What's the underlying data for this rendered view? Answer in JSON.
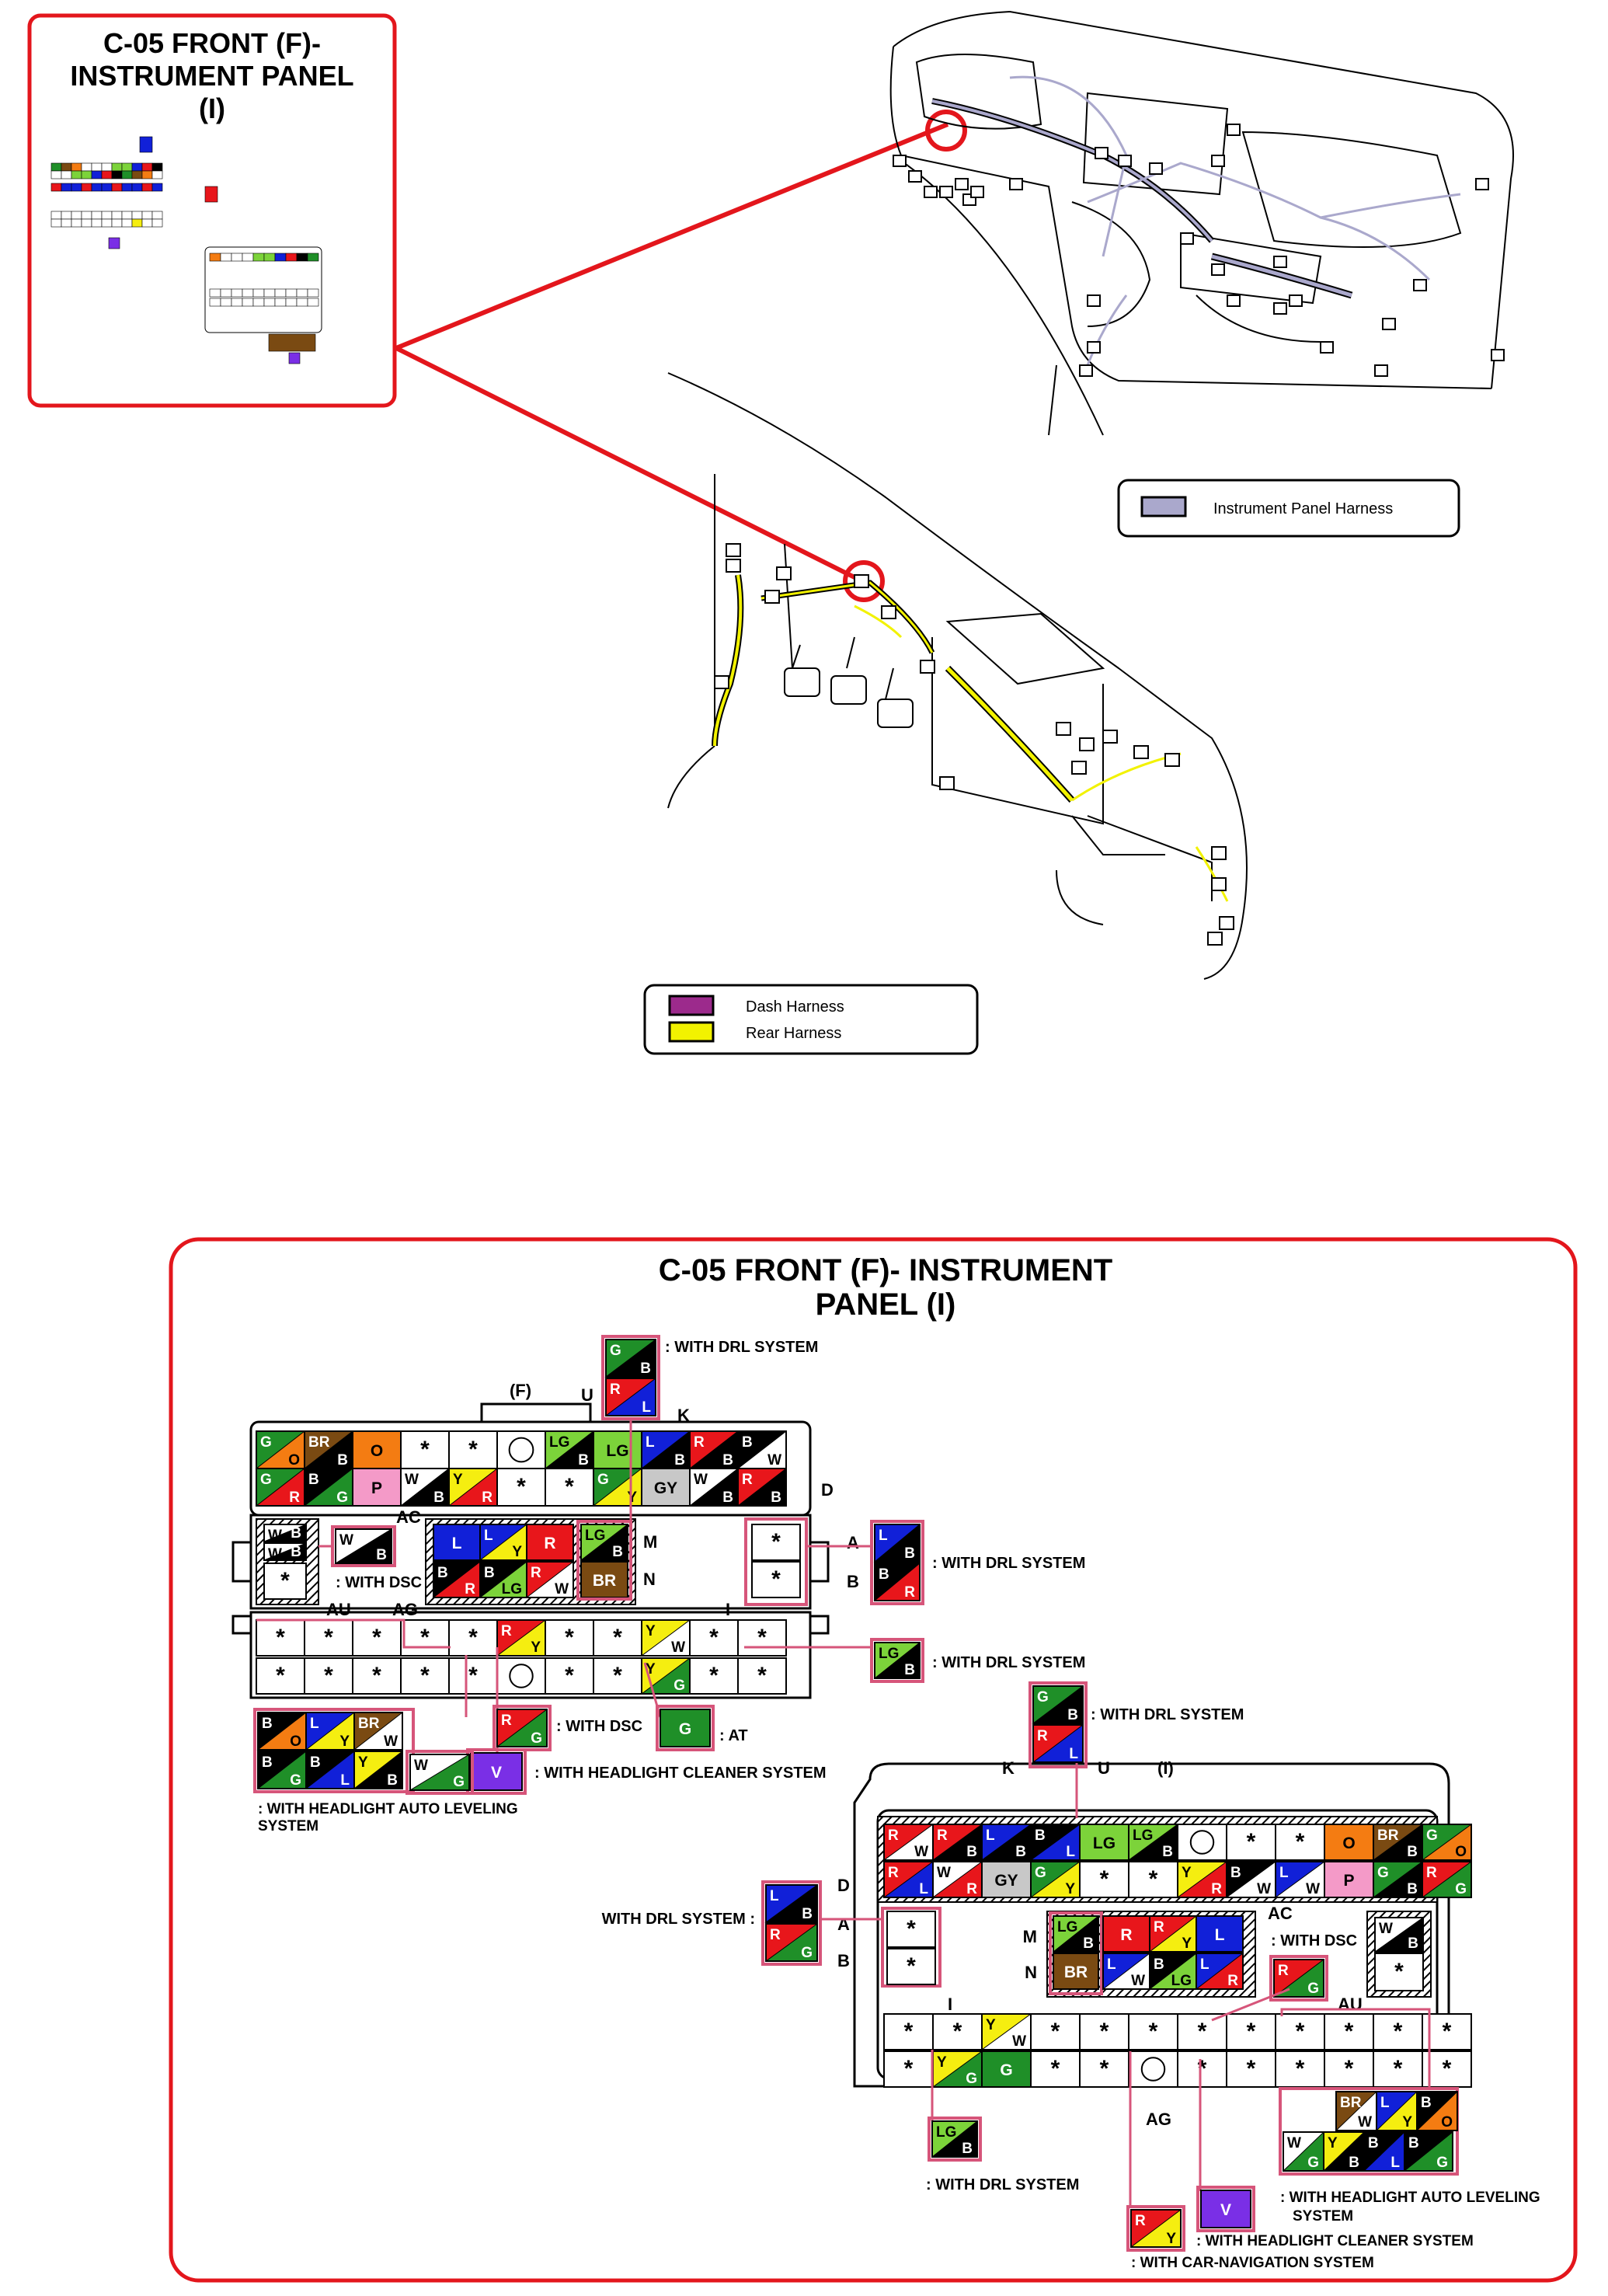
{
  "thumbnail": {
    "title_line1": "C-05 FRONT (F)-",
    "title_line2": "INSTRUMENT PANEL",
    "title_line3": "(I)"
  },
  "legend_top": {
    "items": [
      {
        "label": "Instrument Panel Harness",
        "color": "#aaa8cc"
      }
    ]
  },
  "legend_bottom": {
    "items": [
      {
        "label": "Dash Harness",
        "color": "#9c2a8c"
      },
      {
        "label": "Rear Harness",
        "color": "#f2f200"
      }
    ]
  },
  "main": {
    "title_line1": "C-05 FRONT (F)- INSTRUMENT",
    "title_line2": "PANEL (I)"
  },
  "wire_colors": {
    "G": "#1f8f28",
    "B": "#000000",
    "R": "#e8161b",
    "L": "#1120d8",
    "O": "#f47c12",
    "BR": "#7a4a12",
    "W": "#ffffff",
    "Y": "#f5ee10",
    "LG": "#7cd33a",
    "GY": "#c8c8c8",
    "P": "#f49ac8",
    "V": "#7a2fe6"
  },
  "connector_f": {
    "tag_f": "(F)",
    "labels": [
      "U",
      "K",
      "D",
      "AC",
      "M",
      "N",
      "A",
      "B",
      "AU",
      "AG",
      "I"
    ],
    "row1": [
      [
        "G",
        "O"
      ],
      [
        "BR",
        "B"
      ],
      [
        "O",
        ""
      ],
      [
        "*",
        ""
      ],
      [
        "*",
        ""
      ],
      [
        "O",
        ""
      ],
      [
        "LG",
        "B"
      ],
      [
        "LG",
        ""
      ],
      [
        "L",
        "B"
      ],
      [
        "R",
        "B"
      ],
      [
        "B",
        "W"
      ]
    ],
    "row2": [
      [
        "G",
        "R"
      ],
      [
        "B",
        "G"
      ],
      [
        "P",
        ""
      ],
      [
        "W",
        "B"
      ],
      [
        "Y",
        "R"
      ],
      [
        "*",
        ""
      ],
      [
        "*",
        ""
      ],
      [
        "G",
        "Y"
      ],
      [
        "GY",
        ""
      ],
      [
        "W",
        "B"
      ],
      [
        "R",
        "B"
      ]
    ],
    "mid": [
      [
        "L",
        ""
      ],
      [
        "L",
        "Y"
      ],
      [
        "R",
        ""
      ],
      [
        "LG",
        "B"
      ],
      [
        "B",
        "R"
      ],
      [
        "B",
        "LG"
      ],
      [
        "R",
        "W"
      ],
      [
        "BR",
        ""
      ]
    ],
    "ws_box": [
      "W",
      "B",
      "W",
      "B",
      "*"
    ],
    "row3": [
      "*",
      "*",
      "*",
      "*",
      "*",
      "R Y",
      "*",
      "*",
      "Y W",
      "*",
      "*"
    ],
    "row4": [
      "*",
      "*",
      "*",
      "*",
      "*",
      "O",
      "*",
      "*",
      "Y G",
      "*",
      "*"
    ],
    "right": [
      "*",
      "*"
    ]
  },
  "connector_i": {
    "tag_i": "(I)",
    "labels": [
      "K",
      "U",
      "D",
      "A",
      "B",
      "M",
      "N",
      "AC",
      "I",
      "AU",
      "AG"
    ],
    "row1": [
      [
        "R",
        "W"
      ],
      [
        "R",
        "B"
      ],
      [
        "L",
        "B"
      ],
      [
        "B",
        "L"
      ],
      [
        "LG",
        ""
      ],
      [
        "LG",
        "B"
      ],
      [
        "O",
        ""
      ],
      [
        "*",
        ""
      ],
      [
        "*",
        ""
      ],
      [
        "O",
        ""
      ],
      [
        "BR",
        "B"
      ],
      [
        "G",
        "O"
      ]
    ],
    "row2": [
      [
        "R",
        "L"
      ],
      [
        "W",
        "R"
      ],
      [
        "GY",
        ""
      ],
      [
        "G",
        "Y"
      ],
      [
        "*",
        ""
      ],
      [
        "*",
        ""
      ],
      [
        "Y",
        "R"
      ],
      [
        "B",
        "W"
      ],
      [
        "L",
        "W"
      ],
      [
        "P",
        ""
      ],
      [
        "G",
        "B"
      ],
      [
        "R",
        "G"
      ]
    ]
  },
  "notes": {
    "drl": ": WITH DRL SYSTEM",
    "drl_left": "WITH DRL SYSTEM :",
    "dsc": ": WITH DSC",
    "at": ": AT",
    "hcs": ": WITH HEADLIGHT CLEANER SYSTEM",
    "hals_1": ": WITH HEADLIGHT AUTO LEVELING",
    "hals_2": "SYSTEM",
    "hals_1b": ": WITH HEADLIGHT AUTO LEVELING",
    "hals_2b": "SYSTEM",
    "nav": ": WITH CAR-NAVIGATION SYSTEM"
  }
}
